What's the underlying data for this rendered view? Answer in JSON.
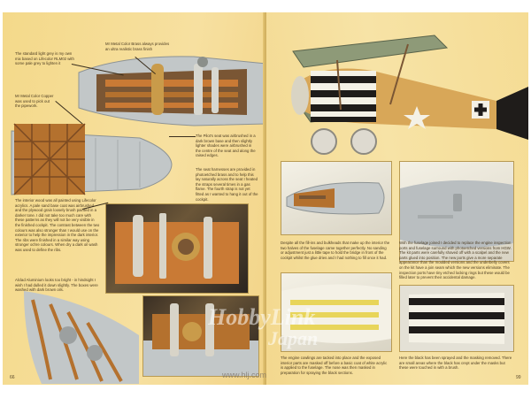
{
  "pages": {
    "left_number": "66",
    "right_number": "99"
  },
  "left_notes": {
    "n1": "The standard light grey is my own mix based on Lifecolor RLM02 with some pale grey to lighten it",
    "n2": "Mr Metal Color Brass always provides an ultra realistic brass finish",
    "n3": "Mr Metal Color Copper was used to pick out the pipework.",
    "n4": "The Pilot's seat was airbrushed in a dark brown base and then slightly lighter shades were airbrushed in the centre of the seat and along the raised edges.",
    "n5": "The seat harnesses are provided in photoetched brass and to help this lay naturally across the seat I heated the straps several times in a gas flame. The fourth strap is not yet fitted as I wanted to hang it out of the cockpit.",
    "n6": "The interior wood was all painted using Lifecolor acrylics. A pale sand base coat was airbrushed and the plywood grain loosely brush painted in a darker tone. I did not take too much care with these patterns as they will not be very visible in the finished cockpit. The contrast between the two colours was also stronger than I would use on the exterior to help the impression in the dark interior. The ribs were finished in a similar way using stronger ochre colours. When dry a dark oil wash was used to define the ribs.",
    "n7": "Alclad Aluminium looks too bright - in hindsight I wish I had dulled it down slightly. The boxes were washed with dark brown oils."
  },
  "right_notes": {
    "n1": "Despite all the fill-ins and bulkheads that make up the interior the two halves of the fuselage came together perfectly. No sanding or adjustment just a little tape to hold the bridge in front of the cockpit whilst the glue dries and I had nothing to fill once it had.",
    "n2": "With the fuselage joined I decided to replace the engine inspection ports and fuselage surround with photoetched versions from HGW. The kit parts were carefully shaved off with a scalpel and the new parts glued into position. The new ports give a more separate appearance than the moulded versions and the underbelly covers on the kit have a join seam which the new versions eliminate. The inspection ports have tiny etched locking rings but these would be filled later to prevent their accidental damage.",
    "n3": "The engine cowlings are tacked into place and the exposed interior parts are masked off before a basic coat of white acrylic is applied to the fuselage. The nose was then masked in preparation for spraying the black sections.",
    "n4": "Here the black has been sprayed and the masking removed. There are small areas where the black has crept under the masks but these were touched in with a brush."
  },
  "watermark": {
    "brand": "HobbyLink",
    "sub": "Japan",
    "url": "www.hlj.com"
  },
  "colors": {
    "page": "#f6dc8f",
    "wood": "#b4712e",
    "grey": "#c2c7c8",
    "brass": "#c99b4a"
  }
}
